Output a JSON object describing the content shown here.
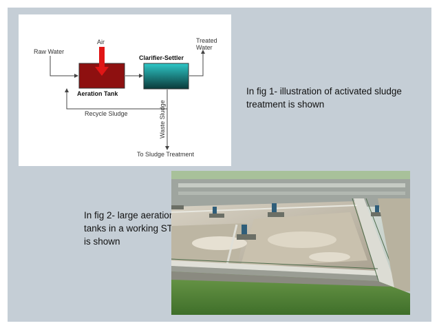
{
  "diagram": {
    "air": "Air",
    "raw_water": "Raw Water",
    "treated_water_line1": "Treated",
    "treated_water_line2": "Water",
    "clarifier": "Clarifier-Settler",
    "aeration_tank": "Aeration Tank",
    "recycle_sludge": "Recycle Sludge",
    "waste_sludge": "Waste Sludge",
    "to_sludge_treatment": "To Sludge Treatment",
    "colors": {
      "aeration_tank": "#8e1010",
      "air_arrow": "#e01616",
      "clarifier_top": "#2ec7c7",
      "clarifier_bottom": "#0b3a3a"
    }
  },
  "caption1": "In fig 1- illustration of activated sludge treatment is shown",
  "caption2": "In fig 2- large aeration tanks in a working STP is shown",
  "colors": {
    "slide_background": "#c5ced6"
  }
}
